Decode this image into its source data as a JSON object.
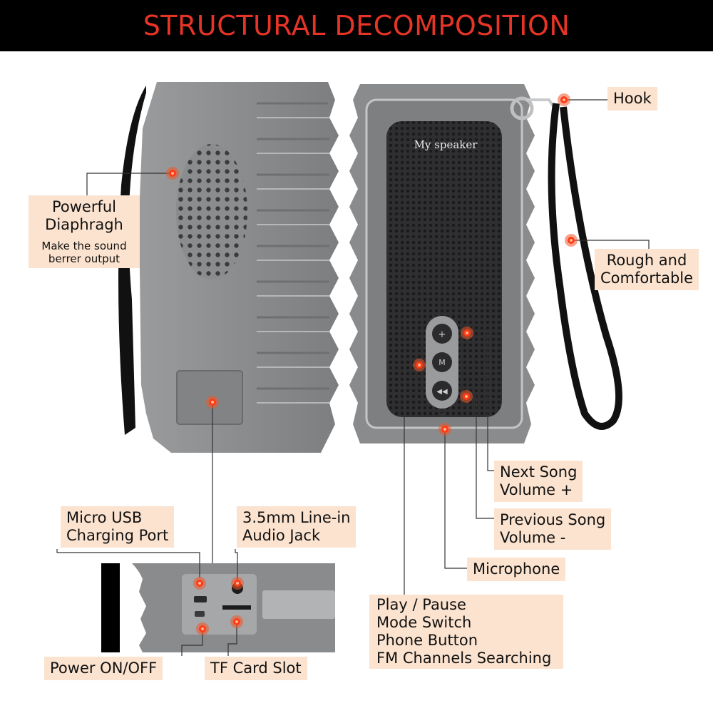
{
  "header": {
    "title": "STRUCTURAL DECOMPOSITION"
  },
  "speaker": {
    "brand_text": "My speaker"
  },
  "colors": {
    "accent": "#e63427",
    "label_bg": "#fbe3cf",
    "hotspot": "#ff3b14",
    "body_gray": "#8a8b8d"
  },
  "icons": [
    "plus-icon",
    "mode-icon",
    "phone-icon",
    "previous-icon",
    "usb-port-icon",
    "audio-jack-icon"
  ],
  "labels": {
    "hook": "Hook",
    "diaphragm_title_1": "Powerful",
    "diaphragm_title_2": "Diaphragh",
    "diaphragm_sub_1": "Make the sound",
    "diaphragm_sub_2": "berrer output",
    "rough_1": "Rough and",
    "rough_2": "Comfortable",
    "next_1": "Next Song",
    "next_2": "Volume +",
    "prev_1": "Previous Song",
    "prev_2": "Volume -",
    "microphone": "Microphone",
    "usb_1": "Micro USB",
    "usb_2": "Charging Port",
    "jack_1": "3.5mm Line-in",
    "jack_2": "Audio Jack",
    "play_1": "Play / Pause",
    "play_2": "Mode Switch",
    "play_3": "Phone Button",
    "play_4": "FM Channels Searching",
    "power": "Power ON/OFF",
    "tf": "TF Card Slot"
  }
}
